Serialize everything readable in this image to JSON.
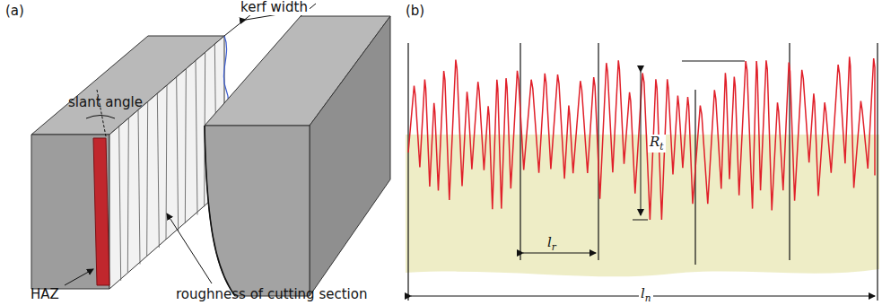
{
  "diagram": {
    "labels": [
      "(a)",
      "(b)",
      "kerf width",
      "slant angle",
      "HAZ",
      "roughness of cutting section",
      "Rt",
      "lr",
      "ln"
    ]
  }
}
